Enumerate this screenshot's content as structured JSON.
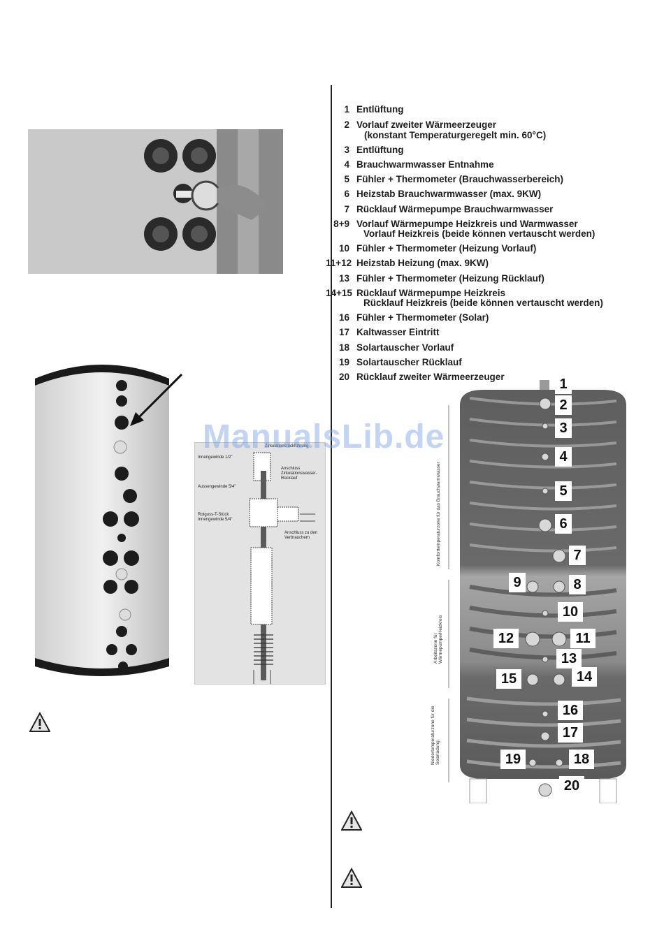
{
  "parts_list": [
    {
      "num": "1",
      "label": "Entlüftung"
    },
    {
      "num": "2",
      "label": "Vorlauf zweiter Wärmeerzeuger",
      "sub": "(konstant Temperaturgeregelt min. 60°C)"
    },
    {
      "num": "3",
      "label": "Entlüftung"
    },
    {
      "num": "4",
      "label": "Brauchwarmwasser Entnahme"
    },
    {
      "num": "5",
      "label": "Fühler + Thermometer (Brauchwasserbereich)"
    },
    {
      "num": "6",
      "label": "Heizstab Brauchwarmwasser (max. 9KW)"
    },
    {
      "num": "7",
      "label": "Rücklauf Wärmepumpe Brauchwarmwasser"
    },
    {
      "num": "8+9",
      "label": "Vorlauf Wärmepumpe Heizkreis und Warmwasser",
      "sub": "Vorlauf Heizkreis  (beide können vertauscht werden)"
    },
    {
      "num": "10",
      "label": "Fühler + Thermometer (Heizung Vorlauf)"
    },
    {
      "num": "11+12",
      "label": "Heizstab Heizung  (max. 9KW)"
    },
    {
      "num": "13",
      "label": "Fühler + Thermometer (Heizung Rücklauf)"
    },
    {
      "num": "14+15",
      "label": "Rücklauf Wärmepumpe Heizkreis",
      "sub": "Rücklauf Heizkreis  (beide können vertauscht werden)"
    },
    {
      "num": "16",
      "label": "Fühler + Thermometer (Solar)"
    },
    {
      "num": "17",
      "label": "Kaltwasser Eintritt"
    },
    {
      "num": "18",
      "label": "Solartauscher Vorlauf"
    },
    {
      "num": "19",
      "label": "Solartauscher Rücklauf"
    },
    {
      "num": "20",
      "label": "Rücklauf zweiter Wärmeerzeuger"
    }
  ],
  "watermark": "ManualsLib.de",
  "detail_drawing": {
    "title": "Zirkulationsrückführung",
    "labels": {
      "innengewinde": "Innengewinde 1/2\"",
      "anschluss_zirk": "Anschluss Zirkulationswasser-Rücklauf",
      "aussengewinde": "Aussengewinde 5/4\"",
      "rotguss": "Rotguss-T-Stück Innengewinde 5/4\"",
      "anschluss_verbraucher": "Anschluss zu den Verbrauchern"
    }
  },
  "cross_section": {
    "zones": {
      "komfort": "Komforttemperaturzone für das Brauchwarmwasser",
      "arbeit": "Arbeitszone für Wärmepumpe/Heizkreis",
      "nieder": "Niedertemperaturzone für die Solarladung"
    },
    "numbers": [
      "1",
      "2",
      "3",
      "4",
      "5",
      "6",
      "7",
      "8",
      "9",
      "10",
      "11",
      "12",
      "13",
      "14",
      "15",
      "16",
      "17",
      "18",
      "19",
      "20"
    ]
  },
  "icons": {
    "warning": "warning-triangle-icon",
    "arrow": "arrow-pointer-icon"
  },
  "colors": {
    "tank_dark": "#5c5c5c",
    "tank_light": "#cfcfcf",
    "watermark": "#78a0e6"
  }
}
